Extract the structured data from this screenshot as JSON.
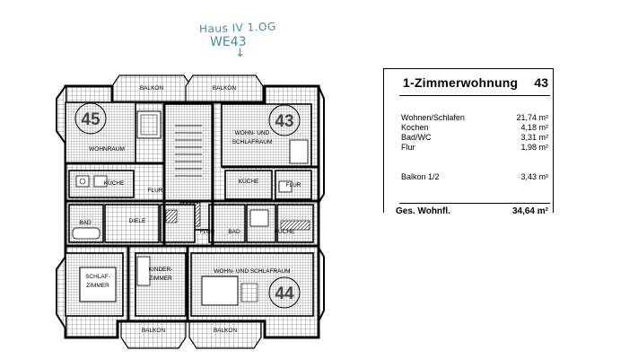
{
  "note": {
    "line1": "Haus IV 1.OG",
    "line2": "WE43"
  },
  "plan": {
    "apartment_numbers": [
      "45",
      "43",
      "44"
    ],
    "room_labels": {
      "balkon_top_left": "BALKON",
      "balkon_top_right": "BALKON",
      "wohnraum": "WOHNRAUM",
      "wohn_schlafraum_1": "WOHN- UND",
      "wohn_schlafraum_2": "SCHLAFRAUM",
      "kueche_left": "KÜCHE",
      "kueche_right": "KÜCHE",
      "flur_top": "FLUR",
      "flur_mid": "FLUR",
      "bad_left": "BAD",
      "dielen": "DIELE",
      "flur_right": "FLUR",
      "bad_right": "BAD",
      "kueche_bottom": "KÜCHE",
      "schlaf_1": "SCHLAF-",
      "schlaf_2": "ZIMMER",
      "kinder_1": "KINDER-",
      "kinder_2": "ZIMMER",
      "wohn_schlaf_bottom": "WOHN- UND SCHLAFRAUM",
      "balkon_bottom_left": "BALKON",
      "balkon_bottom_right": "BALKON"
    }
  },
  "area_table": {
    "title": "1-Zimmerwohnung",
    "unit_number": "43",
    "rows": [
      {
        "label": "Wohnen/Schlafen",
        "value": "21,74 m²"
      },
      {
        "label": "Kochen",
        "value": "4,18 m²"
      },
      {
        "label": "Bad/WC",
        "value": "3,31 m²"
      },
      {
        "label": "Flur",
        "value": "1,98 m²"
      },
      {
        "label": "Balkon 1/2",
        "value": "3,43 m²"
      }
    ],
    "total_label": "Ges. Wohnfl.",
    "total_value": "34,64 m²"
  }
}
